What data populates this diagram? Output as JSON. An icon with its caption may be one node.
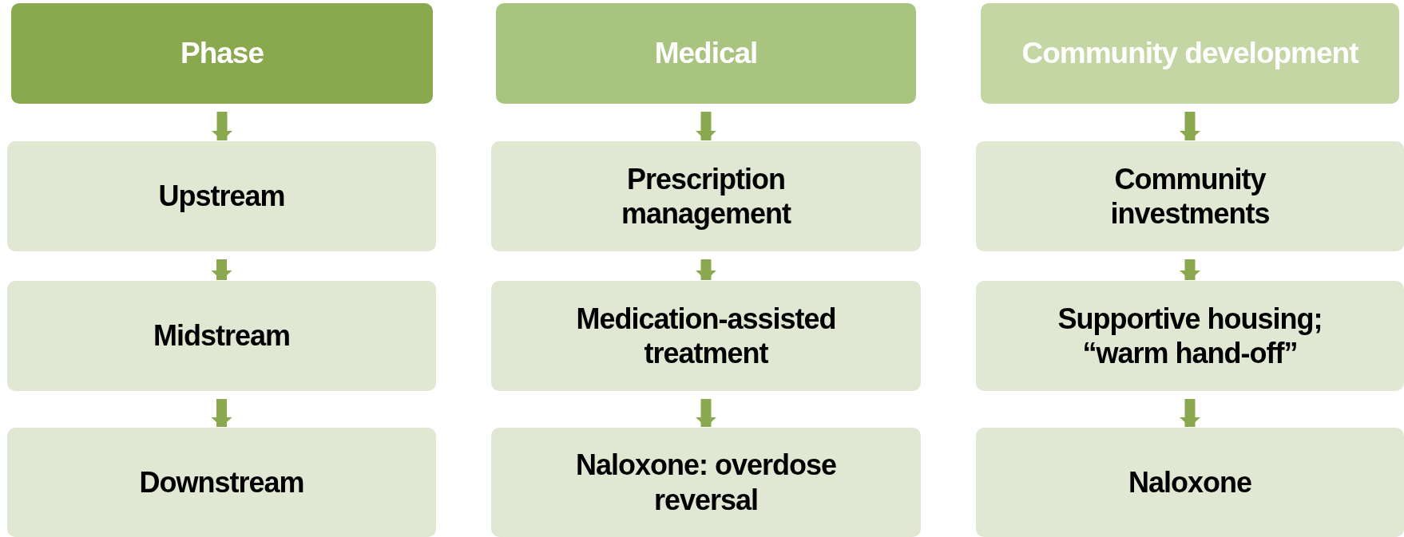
{
  "diagram": {
    "nodes": [
      {
        "text": [
          "Phase"
        ]
      },
      {
        "text": [
          "Upstream"
        ]
      },
      {
        "text": [
          "Midstream"
        ]
      },
      {
        "text": [
          "Downstream"
        ]
      },
      {
        "text": [
          "Medical"
        ]
      },
      {
        "text": [
          "Prescription management"
        ]
      },
      {
        "text": [
          "Medication-assisted treatment"
        ]
      },
      {
        "text": [
          "Naloxone: overdose reversal"
        ]
      },
      {
        "text": [
          "Community development"
        ]
      },
      {
        "text": [
          "Community investments"
        ]
      },
      {
        "text": [
          "Supportive housing; “warm hand-off”"
        ]
      },
      {
        "text": [
          "Naloxone"
        ]
      }
    ],
    "edges": [
      {
        "from": 0,
        "to": 1,
        "arrow": "to"
      },
      {
        "from": 1,
        "to": 2,
        "arrow": "to"
      },
      {
        "from": 2,
        "to": 3,
        "arrow": "to"
      },
      {
        "from": 4,
        "to": 5,
        "arrow": "to"
      },
      {
        "from": 5,
        "to": 6,
        "arrow": "to"
      },
      {
        "from": 6,
        "to": 7,
        "arrow": "to"
      },
      {
        "from": 8,
        "to": 9,
        "arrow": "to"
      },
      {
        "from": 9,
        "to": 10,
        "arrow": "to"
      },
      {
        "from": 10,
        "to": 11,
        "arrow": "to"
      }
    ]
  }
}
